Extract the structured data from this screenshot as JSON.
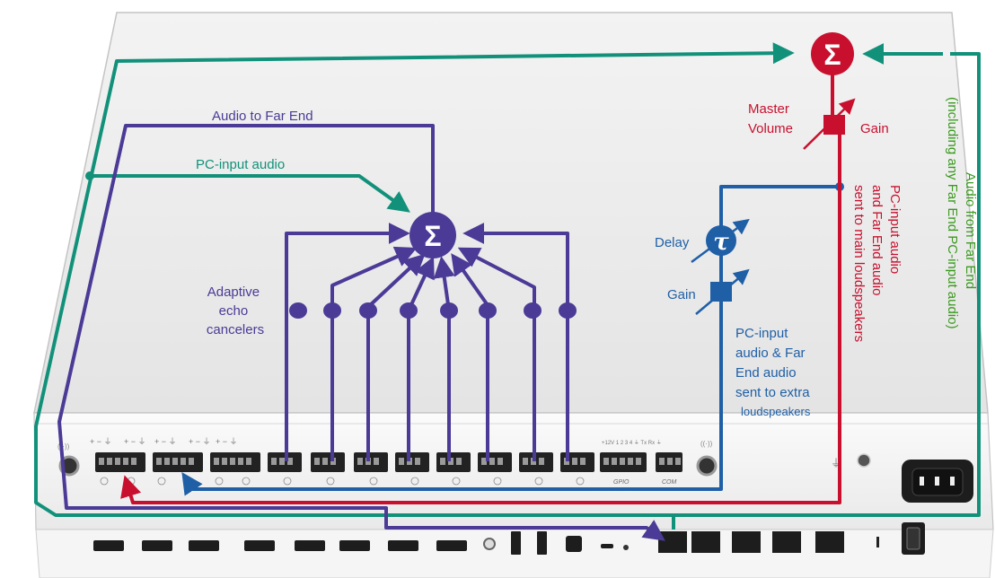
{
  "colors": {
    "purple": "#4b3a96",
    "green": "#12917a",
    "red": "#c8102e",
    "blue": "#1f5fa6",
    "label_green": "#3a9a1e",
    "device_fill": "#ececec",
    "device_edge": "#bdbdbd"
  },
  "labels": {
    "audio_to_far_end": "Audio to Far End",
    "pc_input_audio": "PC-input audio",
    "adaptive_echo_cancelers": [
      "Adaptive",
      "echo",
      "cancelers"
    ],
    "master_volume": [
      "Master",
      "Volume"
    ],
    "gain_master": "Gain",
    "delay": "Delay",
    "gain_extra": "Gain",
    "extra_loudspeakers": [
      "PC-input",
      "audio & Far",
      "End audio",
      "sent to extra",
      "loudspeakers"
    ],
    "main_loudspeakers": [
      "PC-input audio",
      "and Far End audio",
      "sent to main loudspeakers"
    ],
    "audio_from_far_end": [
      "Audio from Far End",
      "(including any Far End PC-input audio)"
    ],
    "sum_symbol": "Σ",
    "tau_symbol": "τ"
  },
  "panel": {
    "polarity_marks": "+ − ⏚",
    "gpio_label": "GPIO",
    "com_label": "COM",
    "gpio_pins": "+12V 1 2 3 4 ⏚ Tx Rx ⏚"
  },
  "icons": [
    "sum-icon",
    "delay-icon",
    "gain-icon",
    "wireless-icon",
    "power-switch-icon",
    "ethernet-port-icon",
    "hdmi-port-icon",
    "usb-port-icon"
  ]
}
